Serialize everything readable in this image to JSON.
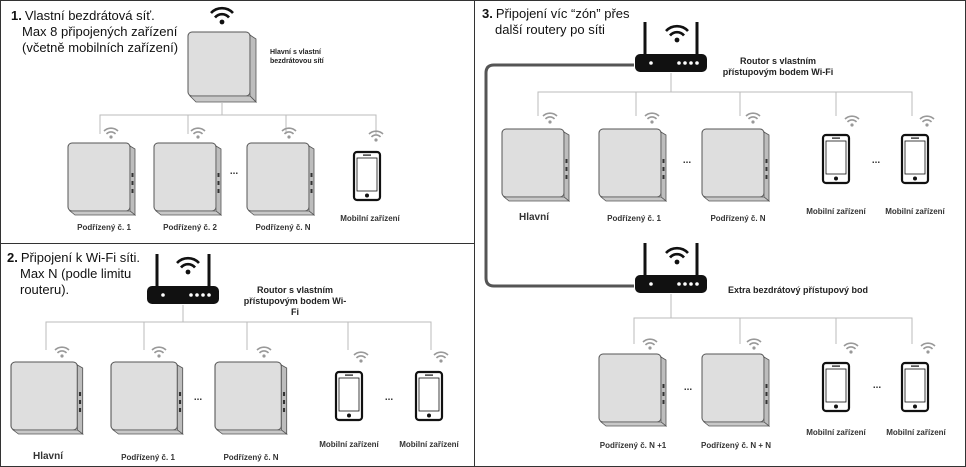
{
  "sections": [
    {
      "number": "1.",
      "title_lines": [
        "Vlastní bezdrátová síť.",
        "Max 8 připojených zařízení",
        "(včetně mobilních zařízení)"
      ],
      "hub_label_lines": [
        "Hlavní s vlastní",
        "bezdrátovou sítí"
      ],
      "devices": [
        "Podřízený č. 1",
        "Podřízený č. 2",
        "Podřízený č. N",
        "Mobilní zařízení"
      ],
      "ellipsis": "..."
    },
    {
      "number": "2.",
      "title_lines": [
        "Připojení k Wi-Fi síti.",
        "Max N (podle limitu",
        "routeru)."
      ],
      "router_label_lines": [
        "Routor s vlastním",
        "přístupovým bodem Wi-Fi"
      ],
      "devices": [
        "Hlavní",
        "Podřízený č. 1",
        "Podřízený č. N",
        "Mobilní zařízení",
        "Mobilní zařízení"
      ],
      "ellipsis": "..."
    },
    {
      "number": "3.",
      "title_lines": [
        "Připojení víc “zón” přes",
        "další routery po síti"
      ],
      "router_label_lines": [
        "Routor s vlastním",
        "přístupovým bodem Wi-Fi"
      ],
      "top_devices": [
        "Hlavní",
        "Podřízený č. 1",
        "Podřízený č. N",
        "Mobilní zařízení",
        "Mobilní zařízení"
      ],
      "extra_label": "Extra bezdrátový přístupový bod",
      "bottom_devices": [
        "Podřízený č. N +1",
        "Podřízený č. N + N",
        "Mobilní zařízení",
        "Mobilní zařízení"
      ],
      "ellipsis": "..."
    }
  ],
  "colors": {
    "line": "#bbbbbb",
    "panel_border": "#333333",
    "device": "#dddddd",
    "dark": "#111111"
  }
}
